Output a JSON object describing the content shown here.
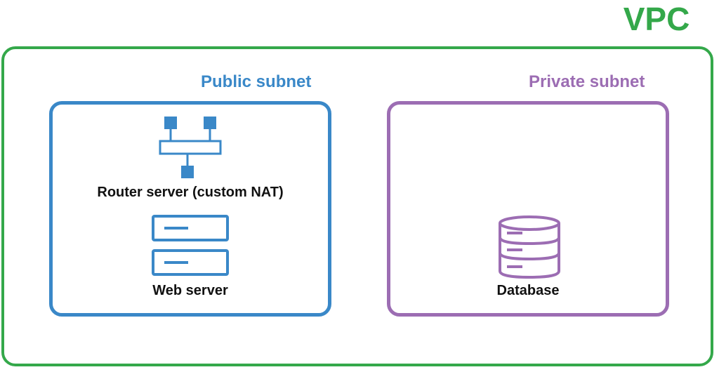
{
  "vpc": {
    "title": "VPC",
    "color": "#34a84a"
  },
  "public_subnet": {
    "title": "Public subnet",
    "color": "#3a88c8",
    "components": [
      {
        "label": "Router server (custom NAT)",
        "icon": "network-router-icon"
      },
      {
        "label": "Web server",
        "icon": "server-stack-icon"
      }
    ]
  },
  "private_subnet": {
    "title": "Private subnet",
    "color": "#9c6db3",
    "components": [
      {
        "label": "Database",
        "icon": "database-icon"
      }
    ]
  }
}
